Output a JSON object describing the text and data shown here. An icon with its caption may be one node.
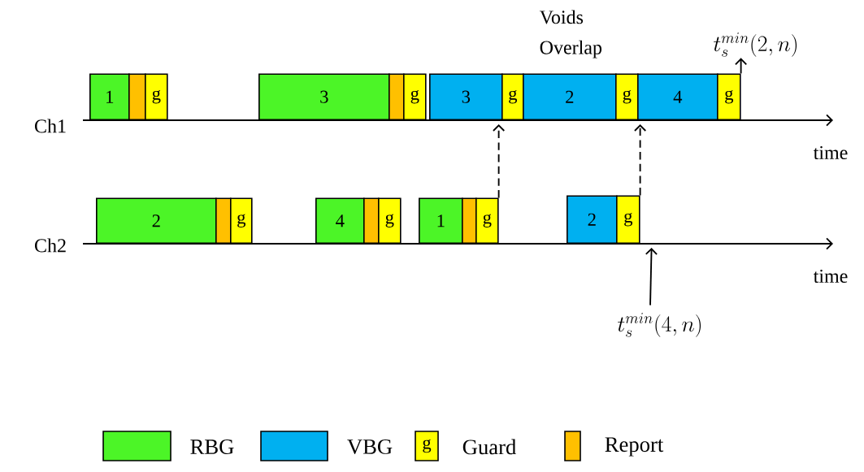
{
  "diagram": {
    "nodes": [
      {
        "text": [
          "1"
        ]
      },
      {
        "text": [],
        "shape": "box"
      },
      {
        "text": [
          "g"
        ]
      },
      {
        "text": [
          "3"
        ]
      },
      {
        "text": [],
        "shape": "box"
      },
      {
        "text": [
          "g"
        ]
      },
      {
        "text": [
          "3"
        ]
      },
      {
        "text": [
          "g"
        ]
      },
      {
        "text": [
          "2"
        ]
      },
      {
        "text": [
          "g"
        ]
      },
      {
        "text": [
          "4"
        ]
      },
      {
        "text": [
          "g"
        ]
      },
      {
        "text": [
          "2"
        ]
      },
      {
        "text": [],
        "shape": "box"
      },
      {
        "text": [
          "g"
        ]
      },
      {
        "text": [
          "4"
        ]
      },
      {
        "text": [],
        "shape": "box"
      },
      {
        "text": [
          "g"
        ]
      },
      {
        "text": [
          "1"
        ]
      },
      {
        "text": [],
        "shape": "box"
      },
      {
        "text": [
          "g"
        ]
      },
      {
        "text": [
          "2"
        ]
      },
      {
        "text": [
          "g"
        ]
      },
      {
        "text": [
          "t_s^{min}(2,n)"
        ]
      },
      {
        "text": [
          "t_s^{min}(4,n)"
        ]
      }
    ],
    "edges": [
      {
        "from": 20,
        "to": 7,
        "arrow": "to",
        "style": "dashed"
      },
      {
        "from": 22,
        "to": 10,
        "arrow": "to",
        "style": "dashed"
      },
      {
        "from": 24,
        "to": 22,
        "arrow": "to"
      },
      {
        "from": 11,
        "to": 23,
        "arrow": "to"
      }
    ],
    "labels": [
      "Voids Overlap",
      "Ch1",
      "time",
      "Ch2",
      "time",
      "g"
    ],
    "legend": [
      {
        "text": "RBG",
        "color": "#4cf527"
      },
      {
        "text": "VBG",
        "color": "#00b0f0"
      },
      {
        "text": "Guard",
        "color": "#ffff00"
      },
      {
        "text": "Report",
        "color": "#ffc000"
      }
    ]
  }
}
